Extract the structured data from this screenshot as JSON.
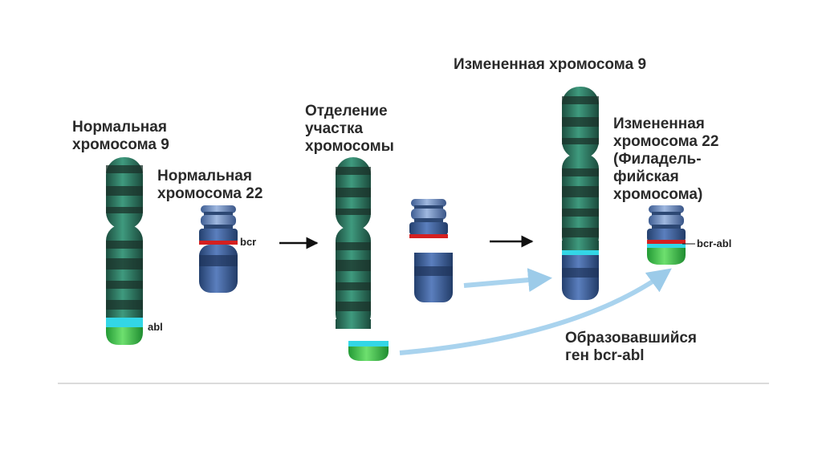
{
  "labels": {
    "normal_chr9": [
      "Нормальная",
      "хромосома 9"
    ],
    "normal_chr22": [
      "Нормальная",
      "хромосома 22"
    ],
    "separation": [
      "Отделение",
      "участка",
      "хромосомы"
    ],
    "altered_chr9": "Измененная хромосома 9",
    "altered_chr22": [
      "Измененная",
      "хромосома 22",
      "(Филадель-",
      "фийская",
      "хромосома)"
    ],
    "formed_gene": [
      "Образовавшийся",
      "ген bcr-abl"
    ]
  },
  "genes": {
    "abl": "abl",
    "bcr": "bcr",
    "bcr_abl": "bcr-abl"
  },
  "colors": {
    "chr9_green": "#2e7d66",
    "chr9_dark_band": "#1f3b30",
    "chr22_blue": "#3f5f96",
    "chr22_light": "#7f9fd0",
    "abl_green": "#3fbf4a",
    "bcr_red": "#d42020",
    "junction_cyan": "#33d6e6",
    "arrow_blue": "#a9d3ee"
  }
}
